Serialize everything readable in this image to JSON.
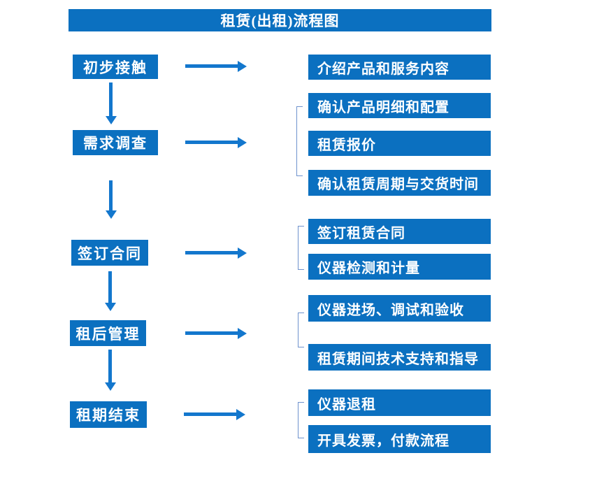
{
  "title": "租赁(出租)流程图",
  "colors": {
    "box_blue": "#0b70c0",
    "arrow_blue": "#1377cd",
    "bracket_blue": "#6e92cd",
    "text_white": "#ffffff",
    "page_bg": "#ffffff"
  },
  "steps": [
    {
      "label": "初步接触",
      "details": [
        "介绍产品和服务内容"
      ]
    },
    {
      "label": "需求调查",
      "details": [
        "确认产品明细和配置",
        "租赁报价",
        "确认租赁周期与交货时间"
      ]
    },
    {
      "label": "签订合同",
      "details": [
        "签订租赁合同",
        "仪器检测和计量"
      ]
    },
    {
      "label": "租后管理",
      "details": [
        "仪器进场、调试和验收",
        "租赁期间技术支持和指导"
      ]
    },
    {
      "label": "租期结束",
      "details": [
        "仪器退租",
        "开具发票，付款流程"
      ]
    }
  ]
}
